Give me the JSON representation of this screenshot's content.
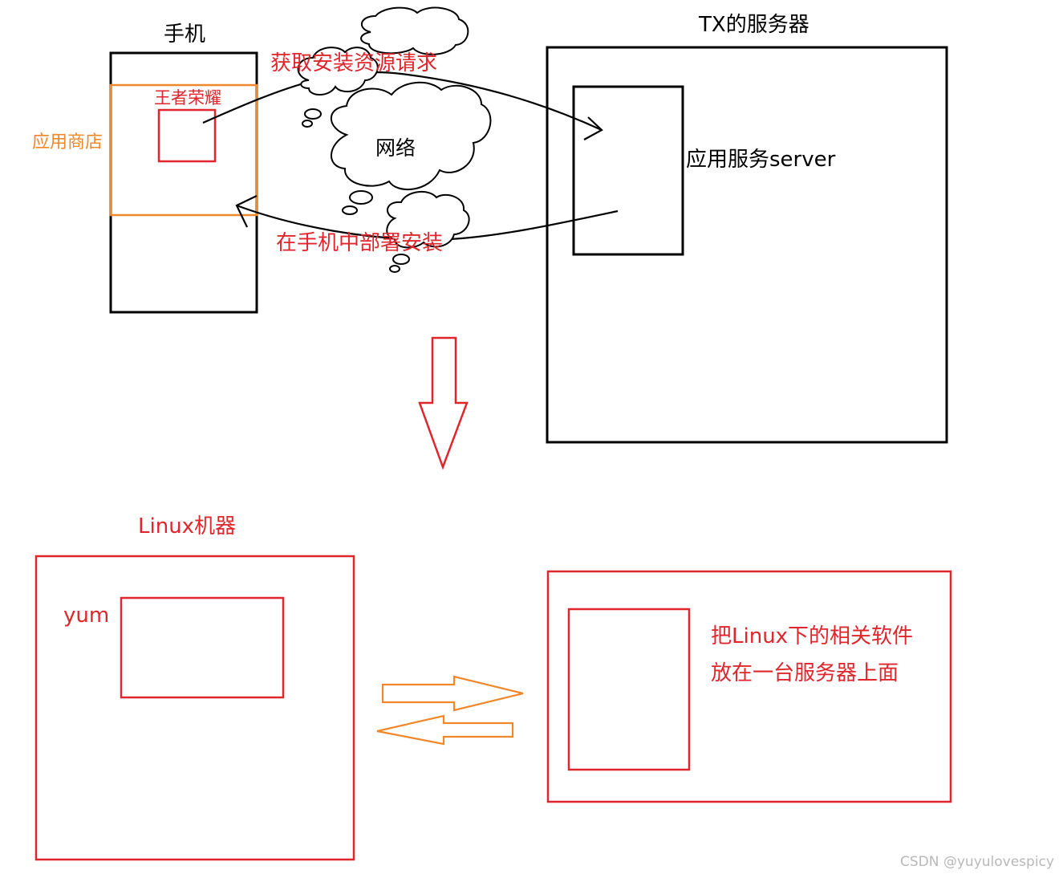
{
  "labels": {
    "phone": "手机",
    "server_title": "TX的服务器",
    "request": "获取安装资源请求",
    "game": "王者荣耀",
    "app_store": "应用商店",
    "network": "网络",
    "app_server": "应用服务server",
    "deploy": "在手机中部署安装",
    "linux_machine": "Linux机器",
    "yum": "yum",
    "repo_line1": "把Linux下的相关软件",
    "repo_line2": "放在一台服务器上面",
    "watermark": "CSDN @yuyulovespicy"
  },
  "colors": {
    "black": "#000000",
    "red": "#e0262d",
    "orange": "#f0882a",
    "watermark": "#b8b8b8"
  }
}
